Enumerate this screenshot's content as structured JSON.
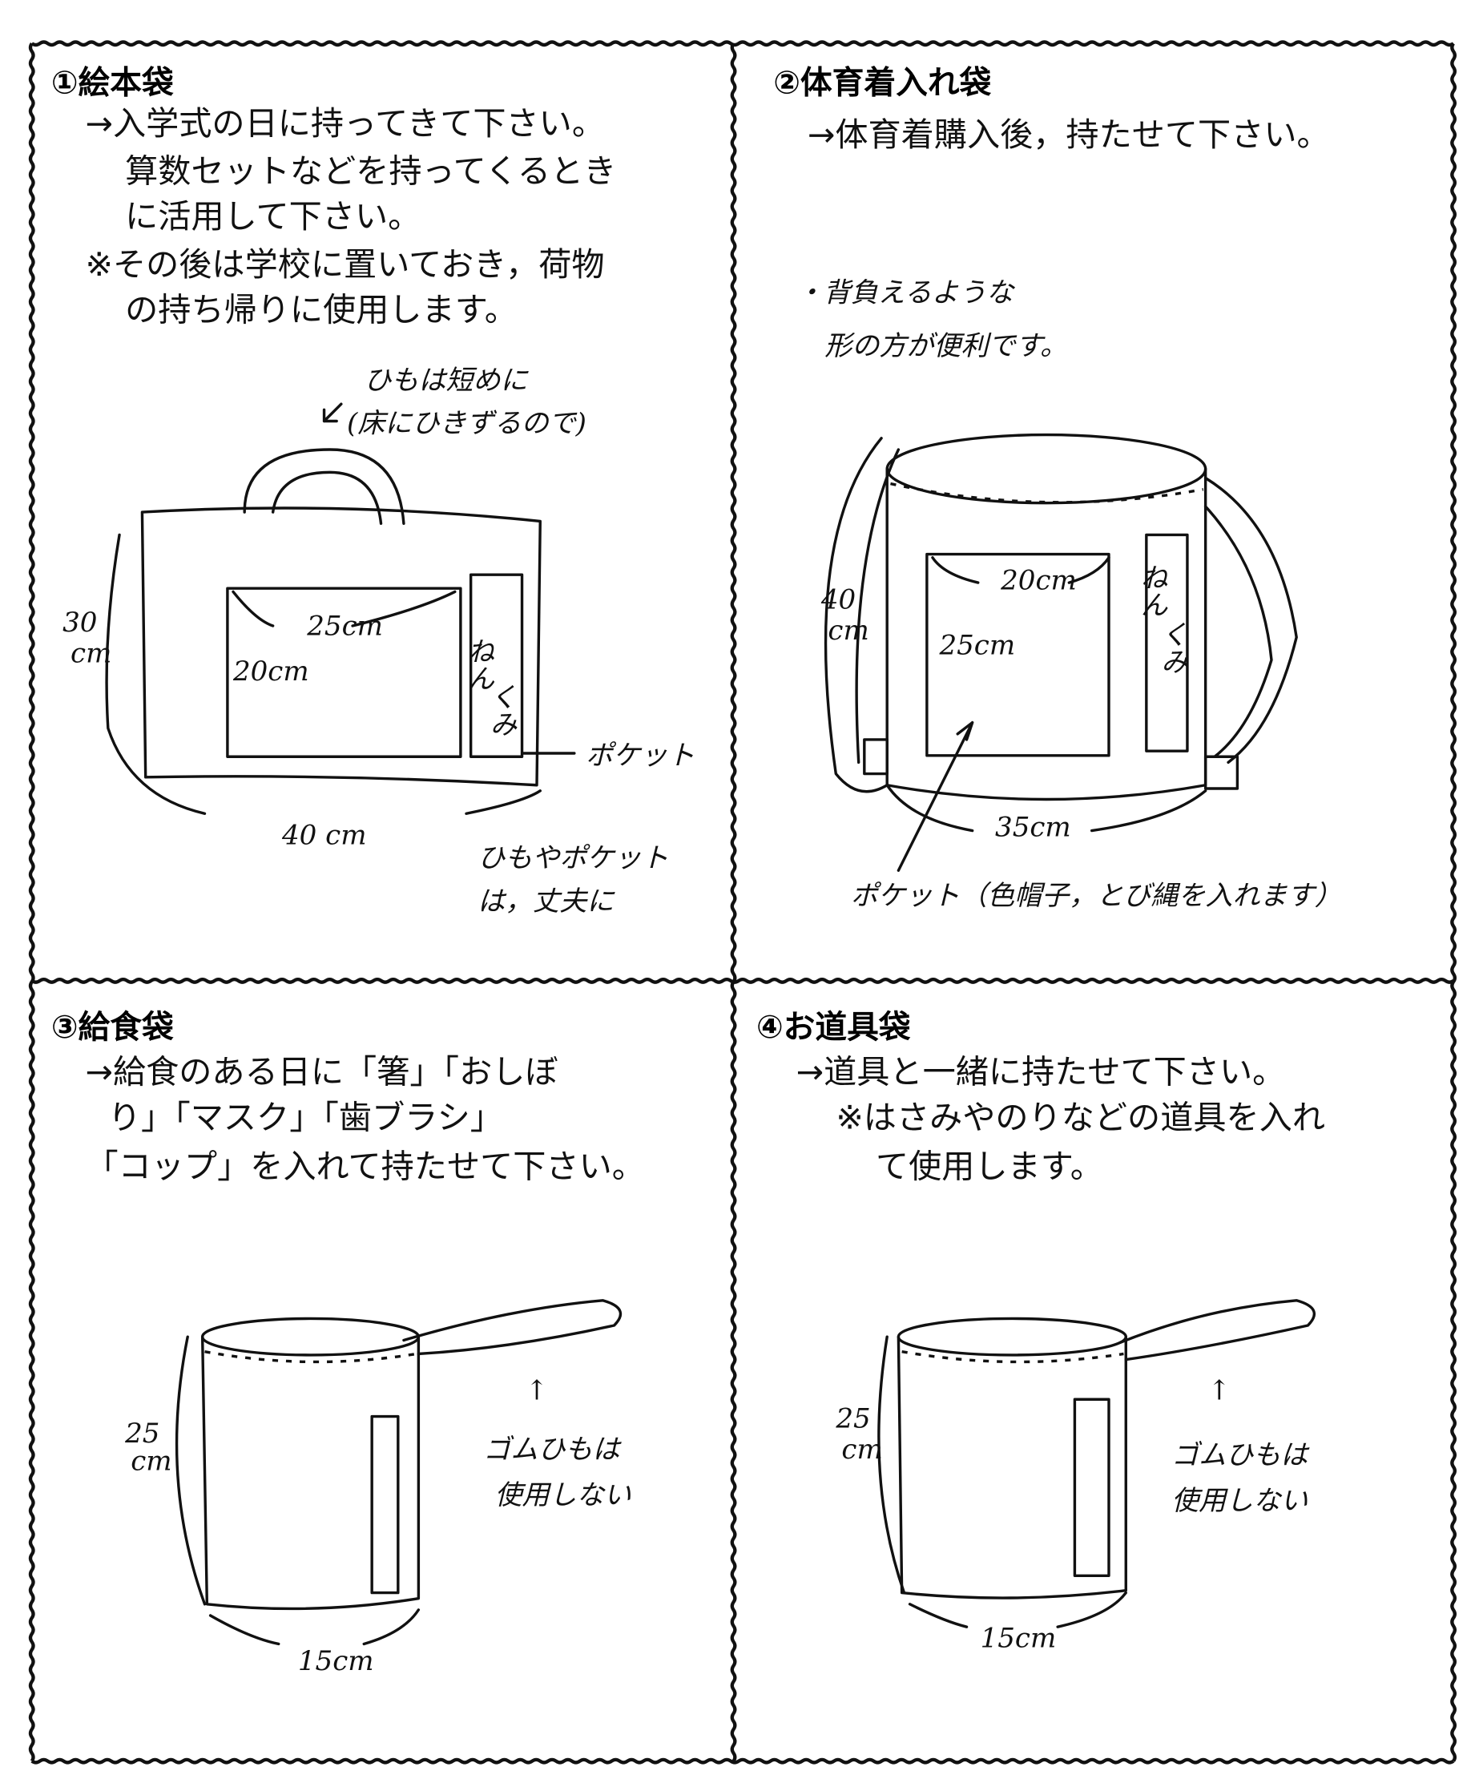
{
  "panels": [
    {
      "title": "①絵本袋",
      "lines": [
        "→入学式の日に持ってきて下さい。",
        "算数セットなどを持ってくるとき",
        "に活用して下さい。",
        "※その後は学校に置いておき，荷物",
        "の持ち帰りに使用します。"
      ],
      "notes": [
        "ひもは短めに",
        "(床にひきずるので)",
        "ひもやポケット",
        "は，丈夫に"
      ],
      "labels": {
        "height": "30",
        "height_unit": "cm",
        "pocket_w": "25cm",
        "pocket_h": "20cm",
        "pocket": "ポケット",
        "width": "40 cm",
        "tag_name": "ねん",
        "tag_class": "くみ"
      }
    },
    {
      "title": "②体育着入れ袋",
      "lines": [
        "→体育着購入後，持たせて下さい。"
      ],
      "notes": [
        "・背負えるような",
        "形の方が便利です。",
        "ポケット（色帽子，とび縄を入れます）"
      ],
      "labels": {
        "height": "40",
        "height_unit": "cm",
        "pocket_w": "20cm",
        "pocket_h": "25cm",
        "width": "35cm",
        "tag_name": "ねん",
        "tag_class": "くみ"
      }
    },
    {
      "title": "③給食袋",
      "lines": [
        "→給食のある日に「箸」「おしぼ",
        "り」「マスク」「歯ブラシ」",
        "「コップ」を入れて持たせて下さい。"
      ],
      "notes": [
        "↑",
        "ゴムひもは",
        "使用しない"
      ],
      "labels": {
        "height": "25",
        "height_unit": "cm",
        "width": "15cm"
      }
    },
    {
      "title": "④お道具袋",
      "lines": [
        "→道具と一緒に持たせて下さい。",
        "※はさみやのりなどの道具を入れ",
        "て使用します。"
      ],
      "notes": [
        "↑",
        "ゴムひもは",
        "使用しない"
      ],
      "labels": {
        "height": "25",
        "height_unit": "cm",
        "width": "15cm"
      }
    }
  ]
}
